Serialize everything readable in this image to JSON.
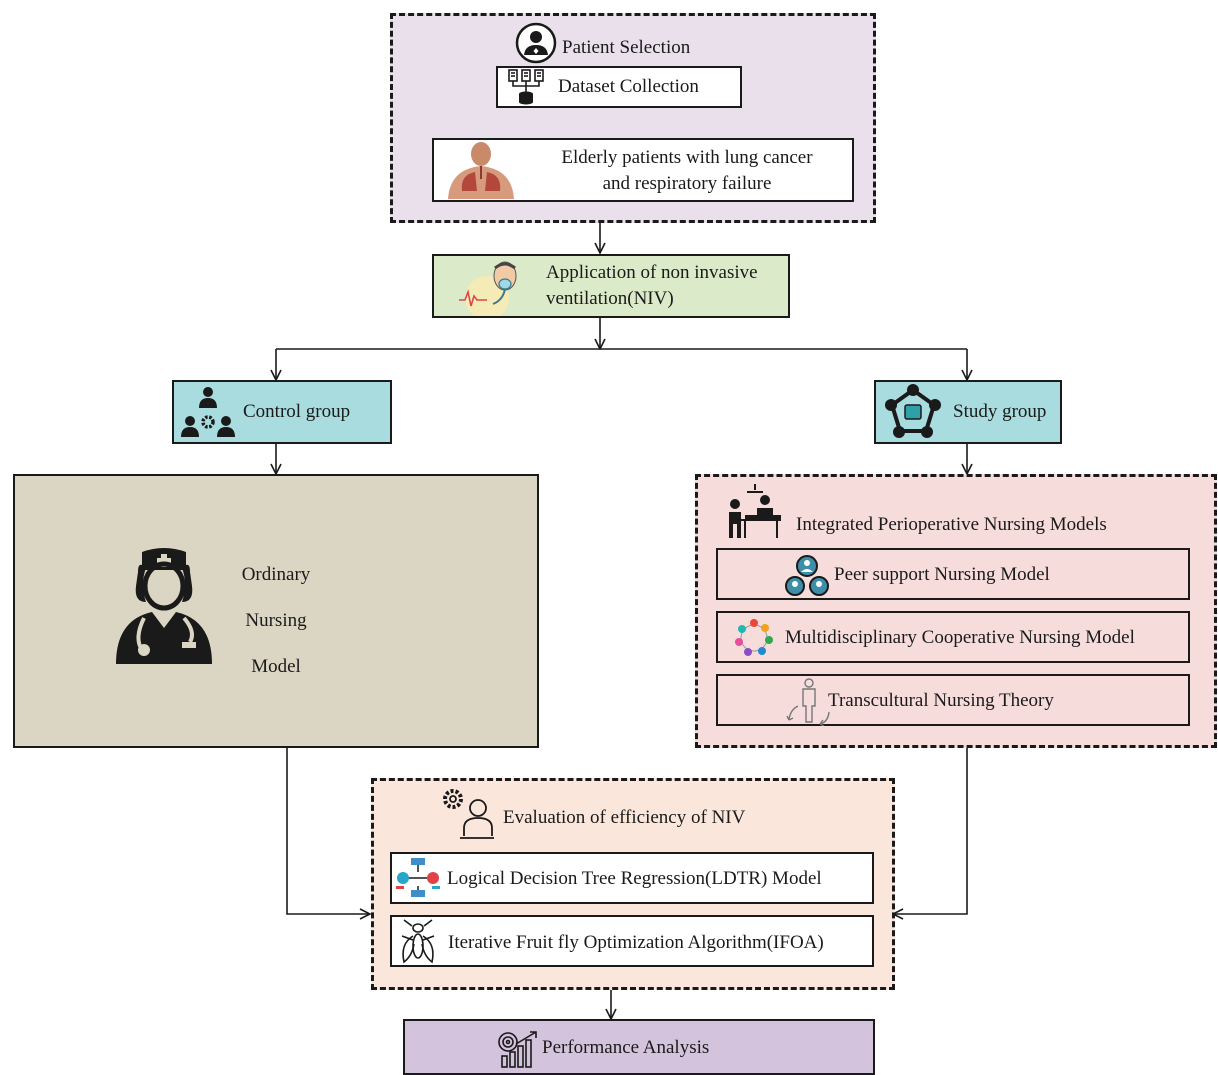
{
  "patient_selection": {
    "title": "Patient Selection",
    "dataset": "Dataset Collection",
    "patients_line1": "Elderly patients with lung cancer",
    "patients_line2": "and respiratory failure"
  },
  "niv": {
    "line1": "Application of non invasive",
    "line2": "ventilation(NIV)"
  },
  "control": {
    "label": "Control group"
  },
  "study": {
    "label": "Study group"
  },
  "ordinary": {
    "line1": "Ordinary",
    "line2": "Nursing",
    "line3": "Model"
  },
  "perioperative": {
    "title": "Integrated Perioperative Nursing Models",
    "items": [
      "Peer support Nursing Model",
      "Multidisciplinary Cooperative Nursing Model",
      "Transcultural Nursing Theory"
    ]
  },
  "evaluation": {
    "title": "Evaluation of efficiency of NIV",
    "items": [
      "Logical Decision Tree Regression(LDTR) Model",
      "Iterative Fruit fly Optimization Algorithm(IFOA)"
    ]
  },
  "performance": {
    "label": "Performance Analysis"
  },
  "colors": {
    "selection_bg": "#e9e0ec",
    "niv_bg": "#dbeac8",
    "group_bg": "#a8dcdf",
    "ordinary_bg": "#dbd6c3",
    "perioperative_bg": "#f7dcdc",
    "evaluation_bg": "#fbe6dc",
    "performance_bg": "#d4c3dc"
  }
}
